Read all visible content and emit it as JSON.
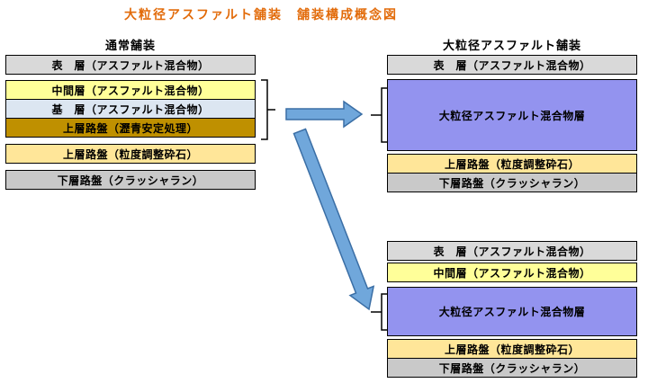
{
  "title": {
    "text": "大粒径アスファルト舗装　舗装構成概念図",
    "color": "#E26B0A"
  },
  "colors": {
    "arrow_fill": "#70A7DB",
    "arrow_stroke": "#3A6EA5",
    "bracket": "#000000"
  },
  "normal_pavement": {
    "label": "通常舗装",
    "layers": [
      {
        "text": "表　層（アスファルト混合物）",
        "bg": "#D9D9D9",
        "h": 22,
        "gap": 0
      },
      {
        "text": "中間層（アスファルト混合物）",
        "bg": "#FFFF99",
        "h": 22,
        "gap": 6
      },
      {
        "text": "基　層（アスファルト混合物）",
        "bg": "#DCE6F1",
        "h": 22,
        "gap": 0
      },
      {
        "text": "上層路盤（瀝青安定処理）",
        "bg": "#BF9000",
        "h": 22,
        "gap": 0
      },
      {
        "text": "上層路盤（粒度調整砕石）",
        "bg": "#FFE699",
        "h": 22,
        "gap": 7
      },
      {
        "text": "下層路盤（クラッシャラン）",
        "bg": "#C9C9C9",
        "h": 22,
        "gap": 7
      }
    ]
  },
  "large_particle_pavement_a": {
    "label": "大粒径アスファルト舗装",
    "layers": [
      {
        "text": "表　層（アスファルト混合物）",
        "bg": "#D9D9D9",
        "h": 22,
        "gap": 0
      },
      {
        "text": "大粒径アスファルト混合物層",
        "bg": "#9393EF",
        "h": 80,
        "gap": 5
      },
      {
        "text": "上層路盤（粒度調整砕石）",
        "bg": "#FFE699",
        "h": 22,
        "gap": 3
      },
      {
        "text": "下層路盤（クラッシャラン）",
        "bg": "#C9C9C9",
        "h": 22,
        "gap": 0
      }
    ]
  },
  "large_particle_pavement_b": {
    "layers": [
      {
        "text": "表　層（アスファルト混合物）",
        "bg": "#D9D9D9",
        "h": 22,
        "gap": 0
      },
      {
        "text": "中間層（アスファルト混合物）",
        "bg": "#FFFF99",
        "h": 22,
        "gap": 2
      },
      {
        "text": "大粒径アスファルト混合物層",
        "bg": "#9393EF",
        "h": 55,
        "gap": 5
      },
      {
        "text": "上層路盤（粒度調整砕石）",
        "bg": "#FFE699",
        "h": 22,
        "gap": 3
      },
      {
        "text": "下層路盤（クラッシャラン）",
        "bg": "#C9C9C9",
        "h": 22,
        "gap": 0
      }
    ]
  }
}
